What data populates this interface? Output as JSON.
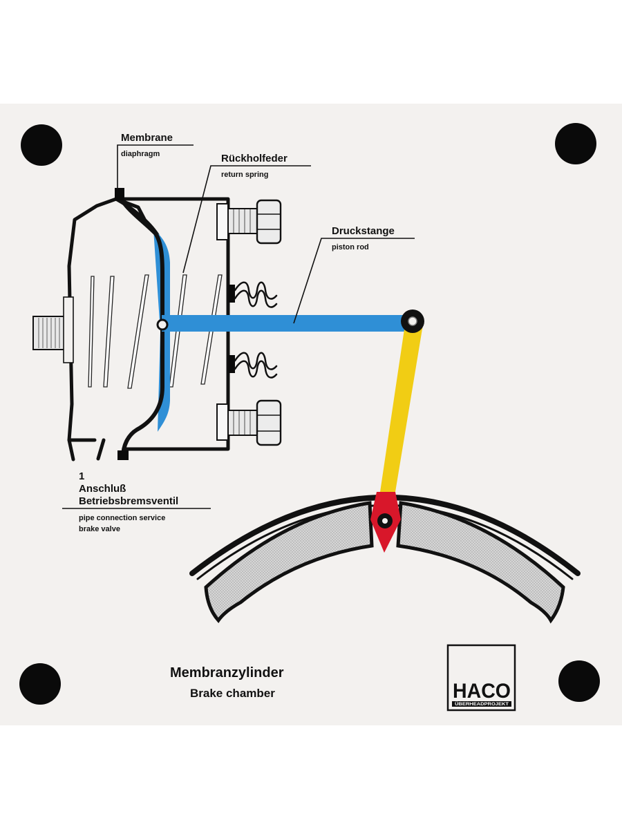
{
  "labels": {
    "diaphragm": {
      "de": "Membrane",
      "en": "diaphragm"
    },
    "return_spring": {
      "de": "Rückholfeder",
      "en": "return spring"
    },
    "piston_rod": {
      "de": "Druckstange",
      "en": "piston rod"
    },
    "connection": {
      "number": "1",
      "de_line1": "Anschluß",
      "de_line2": "Betriebsbremsventil",
      "en_line1": "pipe connection service",
      "en_line2": "brake valve"
    }
  },
  "title": {
    "de": "Membranzylinder",
    "en": "Brake chamber"
  },
  "logo": {
    "name": "HACO",
    "tagline": "ÜBERHEADPROJEKT"
  },
  "colors": {
    "panel": "#f3f1ef",
    "piston_rod": "#2f8fd6",
    "lever": "#f1cd14",
    "cam": "#d8172a",
    "lining": "#cfcfcf",
    "outline": "#111111"
  }
}
